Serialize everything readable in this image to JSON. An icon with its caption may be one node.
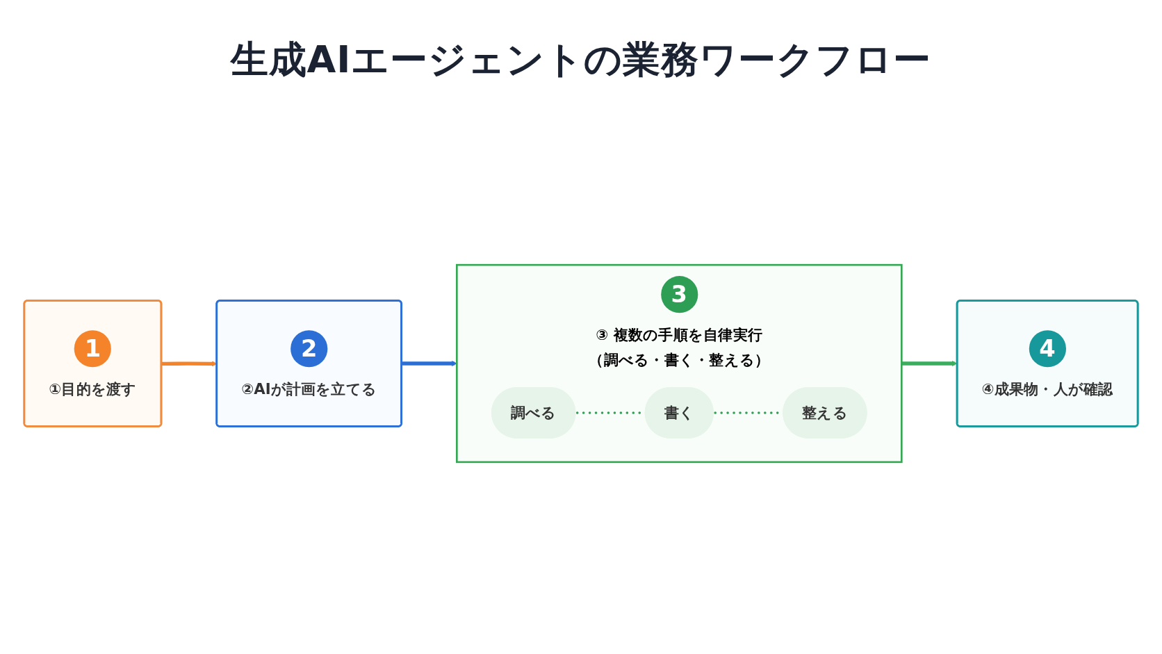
{
  "diagram": {
    "title": "生成AIエージェントの業務ワークフロー",
    "nodes": [
      {
        "text": [
          "1",
          "①目的を渡す"
        ]
      },
      {
        "text": [
          "2",
          "②AIが計画を立てる"
        ]
      },
      {
        "text": [
          "3",
          "③ 複数の手順を自律実行",
          "（調べる・書く・整える）"
        ]
      },
      {
        "text": [
          "調べる"
        ],
        "in": 2
      },
      {
        "text": [
          "書く"
        ],
        "in": 2
      },
      {
        "text": [
          "整える"
        ],
        "in": 2
      },
      {
        "text": [
          "4",
          "④成果物・人が確認"
        ]
      }
    ],
    "edges": [
      {
        "from": 0,
        "to": 1,
        "arrow": "to",
        "color": "#f5832a"
      },
      {
        "from": 1,
        "to": 2,
        "arrow": "to",
        "color": "#2b6fd6"
      },
      {
        "from": 3,
        "to": 4,
        "arrow": "none",
        "style": "dashed",
        "color": "#2f9e55"
      },
      {
        "from": 4,
        "to": 5,
        "arrow": "none",
        "style": "dashed",
        "color": "#2f9e55"
      },
      {
        "from": 2,
        "to": 6,
        "arrow": "to",
        "color": "#3aae5e"
      }
    ]
  }
}
